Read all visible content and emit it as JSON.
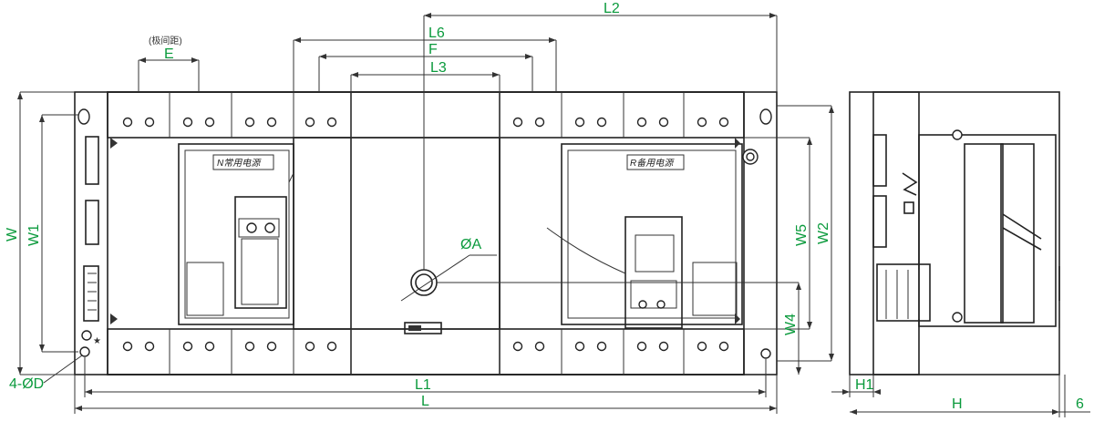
{
  "dimensions": {
    "L": "L",
    "L1": "L1",
    "L2": "L2",
    "L3": "L3",
    "L6": "L6",
    "F": "F",
    "E": "E",
    "W": "W",
    "W1": "W1",
    "W2": "W2",
    "W4": "W4",
    "W5": "W5",
    "H": "H",
    "H1": "H1",
    "six": "6",
    "phiA": "ØA",
    "four_phiD": "4-ØD"
  },
  "notes": {
    "pole_spacing": "(极间距)",
    "panel_left": "N常用电源",
    "panel_right": "R备用电源"
  },
  "colors": {
    "label": "#0a9a3c",
    "line": "#222222"
  }
}
